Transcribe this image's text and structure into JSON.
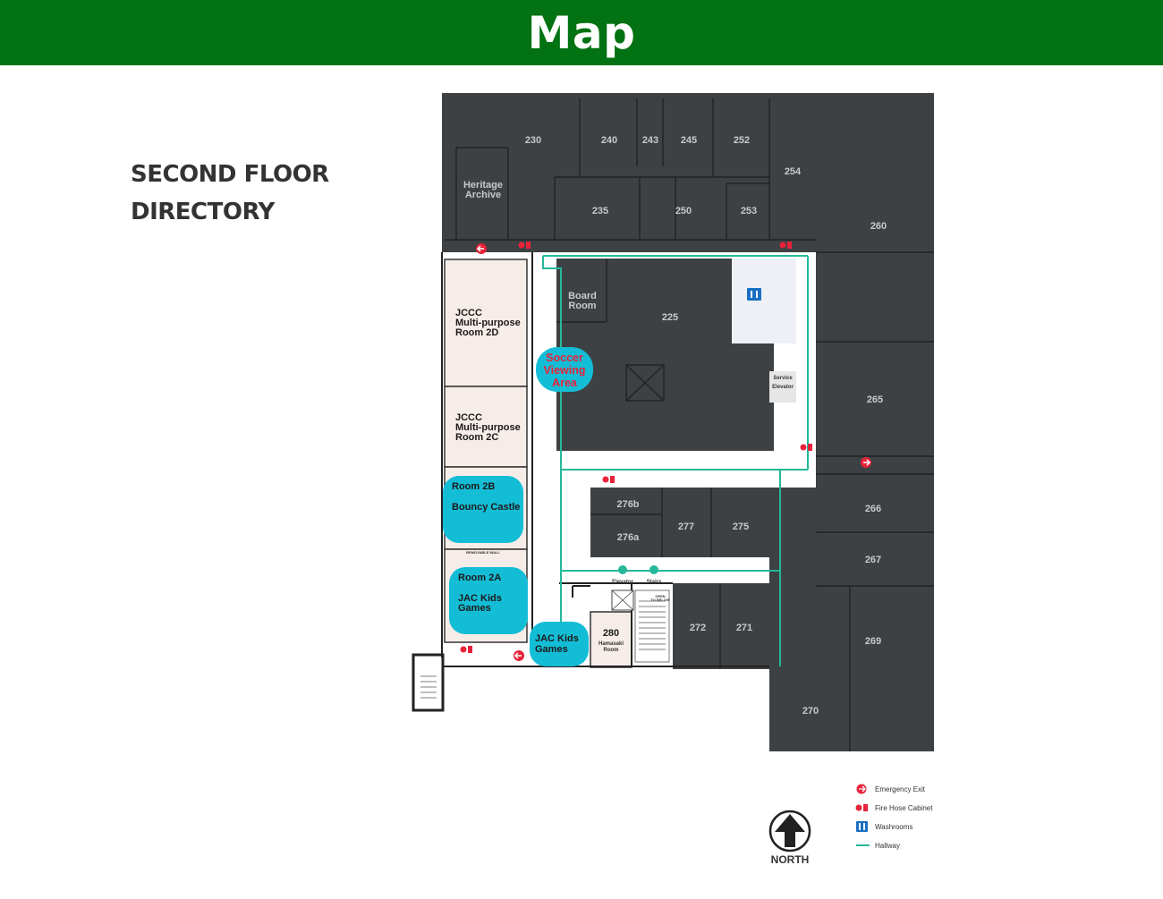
{
  "header": {
    "title": "Map"
  },
  "directory": {
    "line1": "SECOND FLOOR",
    "line2": "DIRECTORY"
  },
  "rooms": {
    "r230": "230",
    "r240": "240",
    "r243": "243",
    "r245": "245",
    "r252": "252",
    "r254": "254",
    "r235": "235",
    "r250": "250",
    "r253": "253",
    "r260": "260",
    "heritage": [
      "Heritage",
      "Archive"
    ],
    "board": [
      "Board",
      "Room"
    ],
    "r225": "225",
    "r265": "265",
    "r266": "266",
    "r267": "267",
    "r269": "269",
    "r270": "270",
    "r276b": "276b",
    "r276a": "276a",
    "r277": "277",
    "r275": "275",
    "r272": "272",
    "r271": "271",
    "r280": "280",
    "r280_name": [
      "Hamasaki",
      "Room"
    ],
    "service_elevator": [
      "Service",
      "Elevator"
    ],
    "room2d": [
      "JCCC",
      "Multi-purpose",
      "Room 2D"
    ],
    "room2c": [
      "JCCC",
      "Multi-purpose",
      "Room 2C"
    ],
    "removable_wall": "REMOVABLE WALL",
    "elevator": "Elevator",
    "stairs": "Stairs",
    "open_to_below": [
      "OPEN",
      "TO BELOW"
    ]
  },
  "events": {
    "soccer": [
      "Soccer",
      "Viewing",
      "Area"
    ],
    "room2b": [
      "Room 2B",
      "Bouncy Castle"
    ],
    "room2a": [
      "Room 2A",
      "JAC Kids",
      "Games"
    ],
    "jac_kids": [
      "JAC Kids",
      "Games"
    ]
  },
  "legend": {
    "items": [
      {
        "icon": "emergency-exit-icon",
        "label": "Emergency Exit"
      },
      {
        "icon": "fire-hose-cabinet-icon",
        "label": "Fire Hose Cabinet"
      },
      {
        "icon": "washrooms-icon",
        "label": "Washrooms"
      },
      {
        "icon": "hallway-line-icon",
        "label": "Hallway"
      }
    ]
  },
  "compass": {
    "label": "NORTH"
  },
  "colors": {
    "header": "#027212",
    "room_dark": "#3d4144",
    "room_light": "#f6ece8",
    "event_bubble": "#14bdd6",
    "hallway": "#25b89a",
    "exit_red": "#e8233a",
    "washroom_blue": "#1a6fc2"
  }
}
